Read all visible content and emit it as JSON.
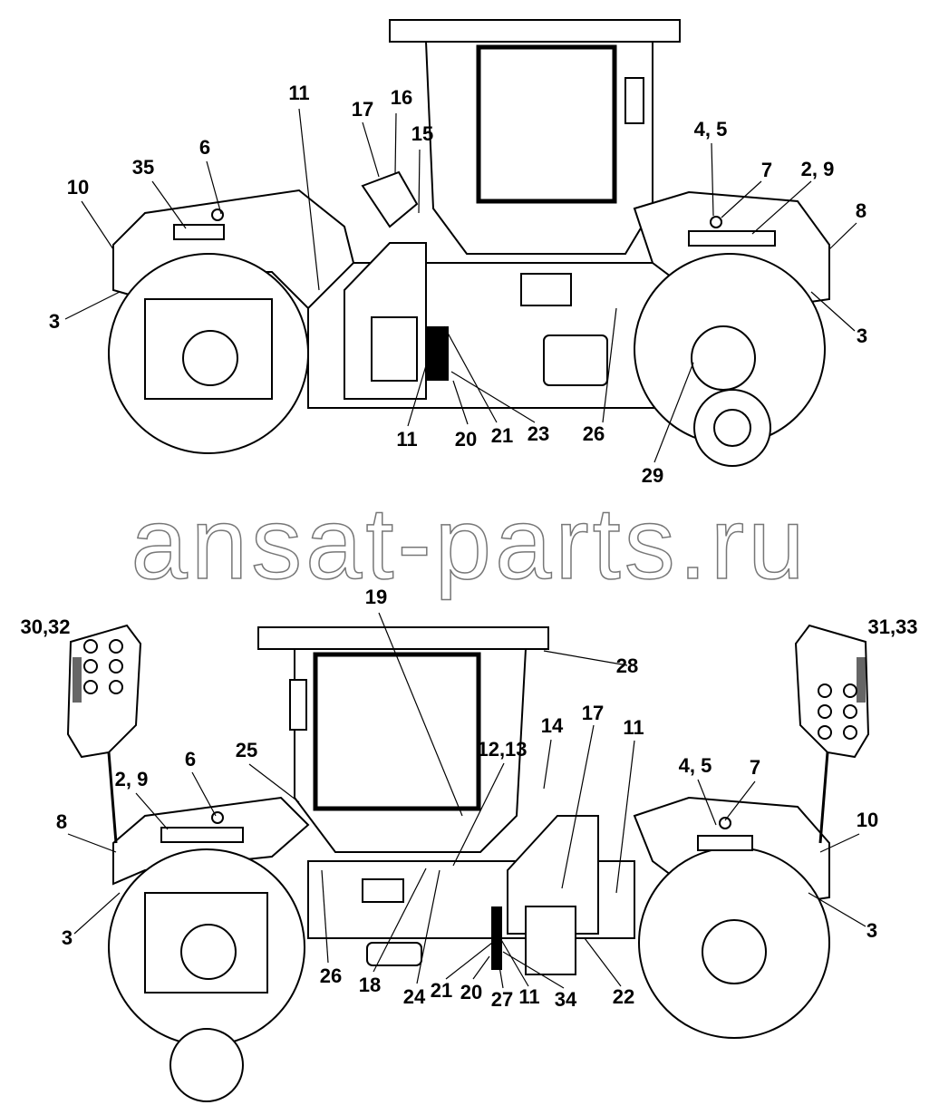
{
  "watermark": "ansat-parts.ru",
  "top_view": {
    "labels": [
      "11",
      "17",
      "16",
      "15",
      "35",
      "6",
      "10",
      "3",
      "4, 5",
      "7",
      "2, 9",
      "8",
      "3",
      "11",
      "20",
      "21",
      "23",
      "26",
      "29"
    ]
  },
  "bottom_view": {
    "labels": [
      "19",
      "30,32",
      "31,33",
      "28",
      "25",
      "6",
      "2, 9",
      "8",
      "3",
      "12,13",
      "14",
      "17",
      "11",
      "4, 5",
      "7",
      "10",
      "3",
      "26",
      "18",
      "24",
      "21",
      "20",
      "27",
      "11",
      "34",
      "22"
    ]
  }
}
